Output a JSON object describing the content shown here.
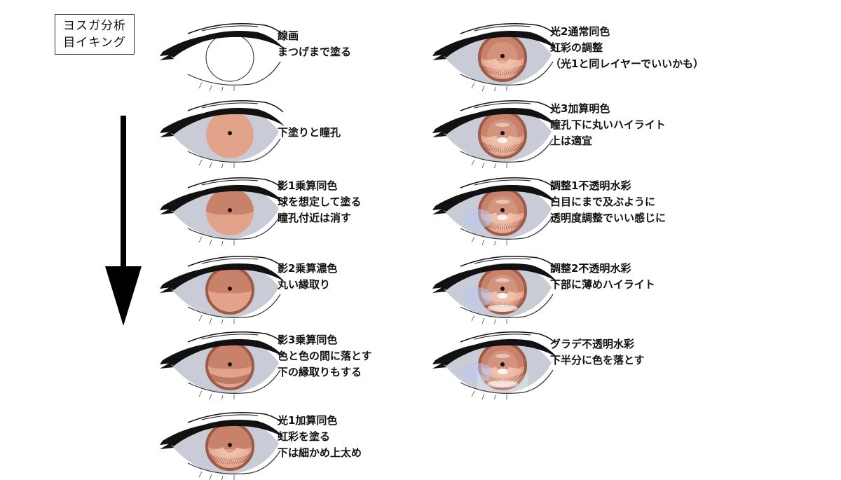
{
  "title": {
    "line1": "ヨスガ分析",
    "line2": "目イキング"
  },
  "steps": [
    {
      "lines": [
        "線画",
        "まつげまで塗る"
      ],
      "stage": 0
    },
    {
      "lines": [
        "下塗りと瞳孔"
      ],
      "stage": 1
    },
    {
      "lines": [
        "影1乗算同色",
        "球を想定して塗る",
        "瞳孔付近は消す"
      ],
      "stage": 2
    },
    {
      "lines": [
        "影2乗算濃色",
        "丸い縁取り"
      ],
      "stage": 3
    },
    {
      "lines": [
        "影3乗算同色",
        "色と色の間に落とす",
        "下の縁取りもする"
      ],
      "stage": 4
    },
    {
      "lines": [
        "光1加算同色",
        "虹彩を塗る",
        "下は細かめ上太め"
      ],
      "stage": 5
    },
    {
      "lines": [
        "光2通常同色",
        "虹彩の調整",
        "（光1と同レイヤーでいいかも）"
      ],
      "stage": 6
    },
    {
      "lines": [
        "光3加算明色",
        "瞳孔下に丸いハイライト",
        "上は適宜"
      ],
      "stage": 7
    },
    {
      "lines": [
        "調整1不透明水彩",
        "白目にまで及ぶように",
        "透明度調整でいい感じに"
      ],
      "stage": 8
    },
    {
      "lines": [
        "調整2不透明水彩",
        "下部に薄めハイライト"
      ],
      "stage": 9
    },
    {
      "lines": [
        "グラデ不透明水彩",
        "下半分に色を落とす"
      ],
      "stage": 10
    }
  ],
  "colors": {
    "lineart": "#111111",
    "sclera": "#c9ccd6",
    "iris_base": "#e2a38a",
    "iris_shadow": "#c9826a",
    "iris_dark": "#9c5a48",
    "iris_light": "#f2c8b2",
    "highlight_blue": "#b9c6f0"
  }
}
